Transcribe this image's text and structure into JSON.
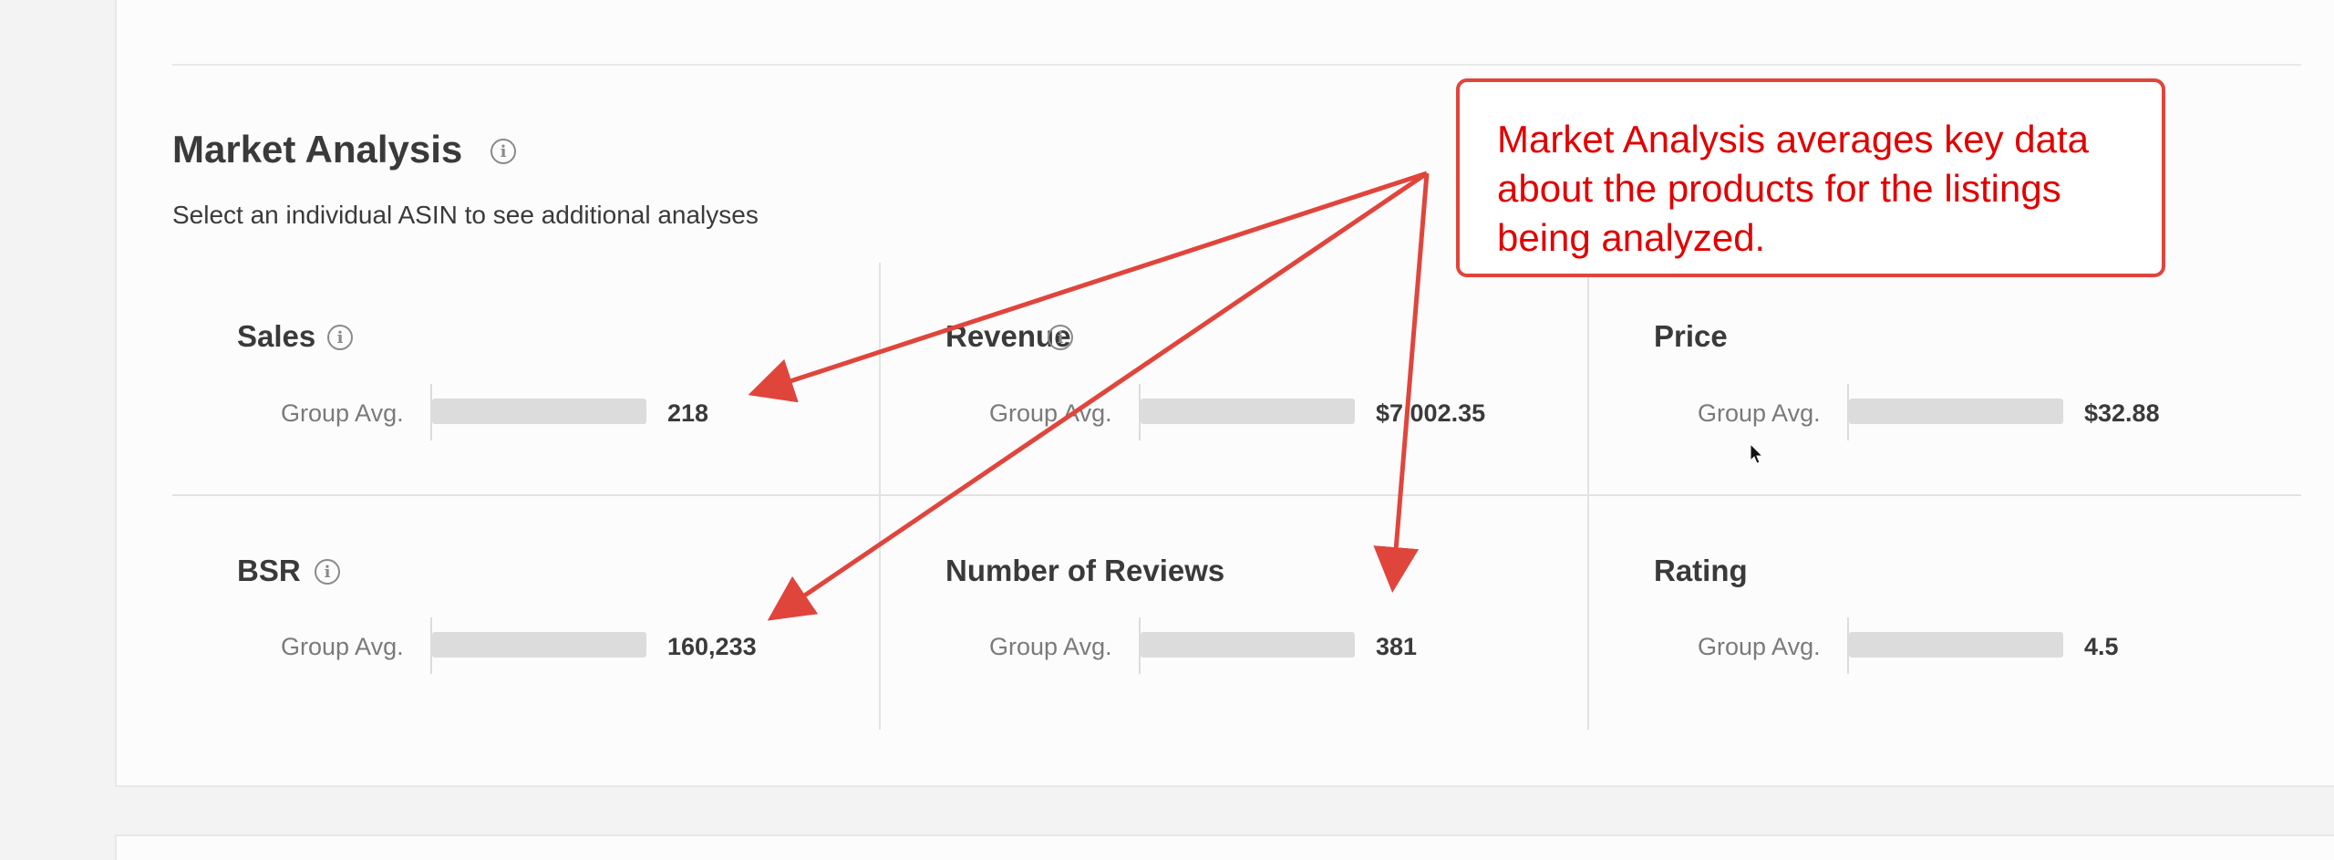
{
  "section": {
    "title": "Market Analysis",
    "subtitle": "Select an individual ASIN to see additional analyses"
  },
  "metrics": [
    {
      "title": "Sales",
      "has_info": true,
      "row_label": "Group Avg.",
      "value": "218"
    },
    {
      "title": "Revenue",
      "has_info": true,
      "row_label": "Group Avg.",
      "value": "$7,002.35"
    },
    {
      "title": "Price",
      "has_info": false,
      "row_label": "Group Avg.",
      "value": "$32.88"
    },
    {
      "title": "BSR",
      "has_info": true,
      "row_label": "Group Avg.",
      "value": "160,233"
    },
    {
      "title": "Number of Reviews",
      "has_info": false,
      "row_label": "Group Avg.",
      "value": "381"
    },
    {
      "title": "Rating",
      "has_info": false,
      "row_label": "Group Avg.",
      "value": "4.5"
    }
  ],
  "annotation": {
    "text": "Market Analysis averages key data about the products for the listings being analyzed.",
    "color": "#e00000",
    "border_color": "#e0453c",
    "arrow_color": "#e0453c"
  },
  "icons": {
    "info": "info-icon",
    "cursor": "mouse-pointer-icon"
  }
}
